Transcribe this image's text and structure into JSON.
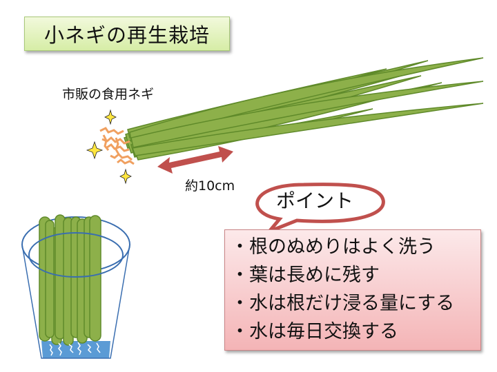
{
  "title": "小ネギの再生栽培",
  "scallion_label": "市販の食用ネギ",
  "length_label": "約10cm",
  "callout": {
    "label": "ポイント"
  },
  "points": [
    "・根のぬめりはよく洗う",
    "・葉は長めに残す",
    "・水は根だけ浸る量にする",
    "・水は毎日交換する"
  ],
  "colors": {
    "title_bg_top": "#f2f9dc",
    "title_bg_bottom": "#d6eda6",
    "scallion_green": "#8db04a",
    "scallion_outline": "#5f8a2a",
    "root_orange": "#f0a060",
    "arrow_red": "#c0504d",
    "callout_outline": "#c0504d",
    "points_bg_top": "#fce9ea",
    "points_bg_bottom": "#f4b4b6",
    "cup_blue": "#3a6eb0",
    "water_blue": "#5b9bd5",
    "sparkle_yellow": "#ffe640"
  }
}
